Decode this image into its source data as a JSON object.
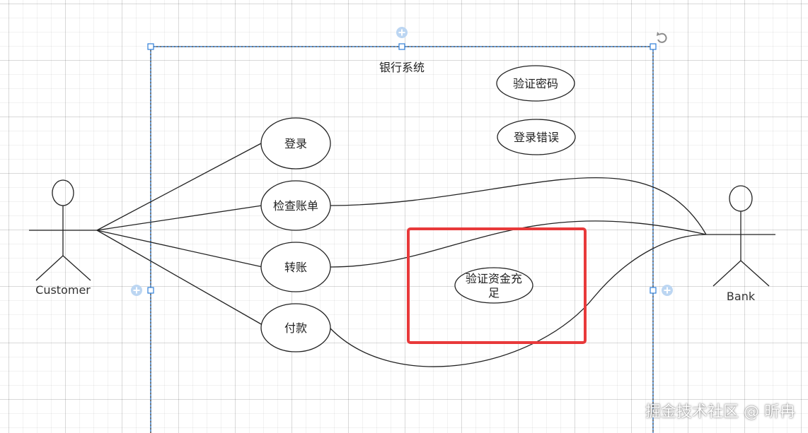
{
  "diagram": {
    "system_boundary": {
      "title": "银行系统"
    },
    "actors": {
      "customer": {
        "label": "Customer"
      },
      "bank": {
        "label": "Bank"
      }
    },
    "use_cases": {
      "verify_password": "验证密码",
      "login_error": "登录错误",
      "login": "登录",
      "check_bill": "检查账单",
      "transfer": "转账",
      "payment": "付款",
      "verify_funds_line1": "验证资金充",
      "verify_funds_line2": "足"
    },
    "highlight_color": "#e8393a",
    "selection_color": "#2f7fd8"
  },
  "watermark": "掘金技术社区 @ 昕冉",
  "icons": [
    "add-handle-icon",
    "rotate-icon"
  ]
}
